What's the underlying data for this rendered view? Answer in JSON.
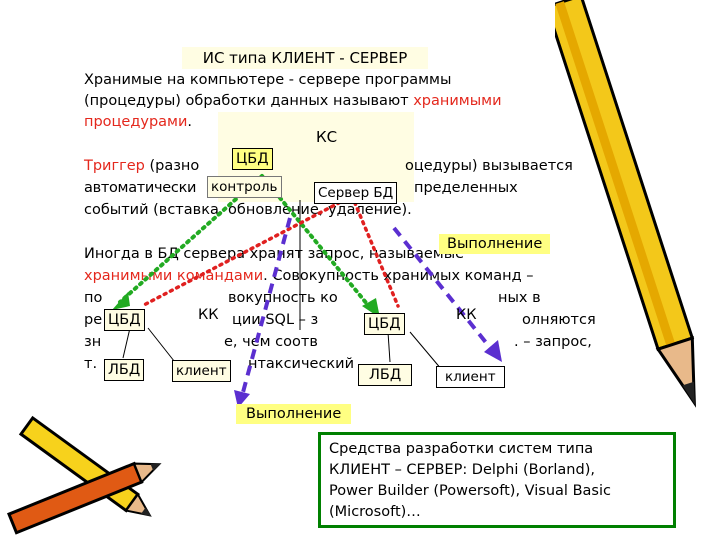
{
  "title": "ИС типа КЛИЕНТ - СЕРВЕР",
  "paragraph1": {
    "line1": "Хранимые на компьютере - сервере программы",
    "line2_a": "(процедуры) обработки данных называют ",
    "line2_b": "хранимыми",
    "line3_a": "процедурами",
    "line3_b": "."
  },
  "paragraph2": {
    "line1_a": "Триггер",
    "line1_b": " (разно",
    "line1_c": "оцедуры) вызывается",
    "line2_a": "автоматически",
    "line2_b": "пределенных",
    "line3": "событий (вставка, обновление, удаление)."
  },
  "paragraph3": {
    "line1_a": "Иногда в БД сервера хранят запрос, называемые",
    "line2_a": "хранимыми командами",
    "line2_b": ". Совокупность хранимых команд –",
    "line3_a": "по",
    "line3_b": "вокупность ко",
    "line3_c": "ных в",
    "line4_a": "ре",
    "line4_b": "ции SQL – з",
    "line4_c": "олняются",
    "line5_a": "зн",
    "line5_b": "е, чем соотв",
    "line5_c": ". – запрос,",
    "line6_a": "т.",
    "line6_b": "нтаксический"
  },
  "diagram": {
    "ks": "КС",
    "cbd_top": "ЦБД",
    "control": "контроль",
    "server_bd": "Сервер БД",
    "execution_top": "Выполнение",
    "kk_left": "КК",
    "kk_right": "КК",
    "cbd_left": "ЦБД",
    "lbd_left": "ЛБД",
    "client_left": "клиент",
    "cbd_right": "ЦБД",
    "lbd_right": "ЛБД",
    "client_right": "клиент",
    "execution_bottom": "Выполнение"
  },
  "tools_box": {
    "line1": "Средства разработки систем типа",
    "line2": "КЛИЕНТ – СЕРВЕР: Delphi (Borland),",
    "line3": "Power Builder (Powersoft), Visual Basic",
    "line4": "(Microsoft)…"
  },
  "colors": {
    "accent_red": "#e4281d",
    "dotted_green": "#22aa22",
    "dotted_red": "#e02020",
    "dashed_purple": "#5b2fd0",
    "tools_border": "#008000",
    "label_yellow": "#ffff82",
    "panel_cream": "#fffde3"
  },
  "icons": [
    "pencil-icon-top-right",
    "pencil-icon-bottom-left"
  ]
}
